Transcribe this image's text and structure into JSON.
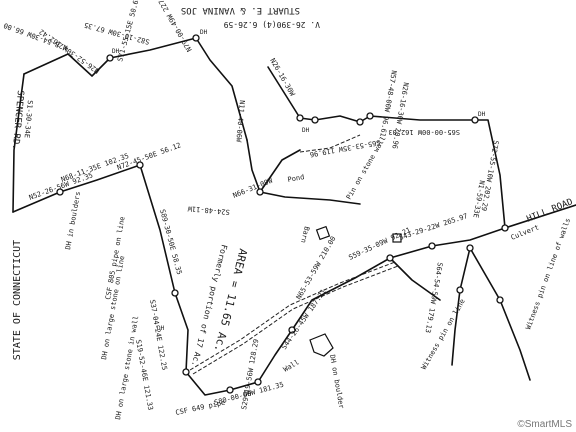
{
  "map": {
    "owner_name": "STUART E. & VANINA JOS",
    "owner_deed": "V. 26-390(4) 6.26-59",
    "state_label": "STATE OF CONNECTICUT",
    "road_spencer": "SPENCER RD.",
    "road_hill": "HILL ROAD",
    "area": "AREA = 11.65 Ac.",
    "area_note": "Formerly portion of 17 Ac.",
    "barn": "Barn",
    "pond": "Pond",
    "culvert": "Culvert",
    "wall": "Wall",
    "dh_marker": "DH",
    "bearings": [
      "N28-54-30W 66.00",
      "S1-30-34E",
      "N26-52-30W 162.42",
      "S71-55-15E 50.60",
      "S82-10-30W 67.35",
      "N79-00-49W 227.56",
      "N11-40-06W",
      "N66-31-09W",
      "S24-48-11W",
      "N57-48-00W 96.61",
      "N26-16-30W 20.96",
      "S65-00-00W 162.03",
      "S65-53-35W 119.96",
      "N26-16-30W",
      "S72-55-10W 202.29",
      "N1-59-33E",
      "S43-29-22W 265.97",
      "S59-35-09W 92.21",
      "N52-26-56W 92.35",
      "N68-11-35E 102.35",
      "N72-45-50E 56.12",
      "S89-30-50E 58.35",
      "S19-52-46E 121.33",
      "S37-04-24E 122.25",
      "S64-54-59W 179.13",
      "N65-53-59W 210.00",
      "S44-26-45W 187.21",
      "S80-00-00W 181.35",
      "S29-19-56W 128.29",
      "CSF 805 pipe on line",
      "CSF 649 pipe",
      "Witness pin on line",
      "Witness pin on line of walls",
      "DH on large stone in wall",
      "DH on large stone on line",
      "DH in boulders",
      "DH on boulder",
      "Pin on stone wall"
    ]
  }
}
